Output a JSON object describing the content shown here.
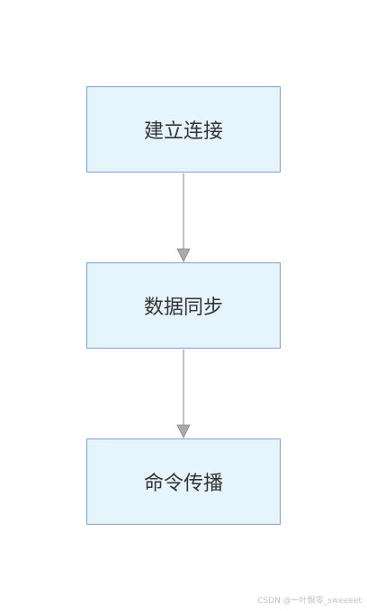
{
  "diagram": {
    "nodes": [
      {
        "id": "n1",
        "label": "建立连接"
      },
      {
        "id": "n2",
        "label": "数据同步"
      },
      {
        "id": "n3",
        "label": "命令传播"
      }
    ],
    "edges": [
      {
        "from": "n1",
        "to": "n2"
      },
      {
        "from": "n2",
        "to": "n3"
      }
    ],
    "colors": {
      "node_fill": "#e6f4fd",
      "node_border": "#7ba6d6",
      "edge": "#999999",
      "text": "#333333"
    }
  },
  "watermark": "CSDN @一叶飘零_sweeeet"
}
